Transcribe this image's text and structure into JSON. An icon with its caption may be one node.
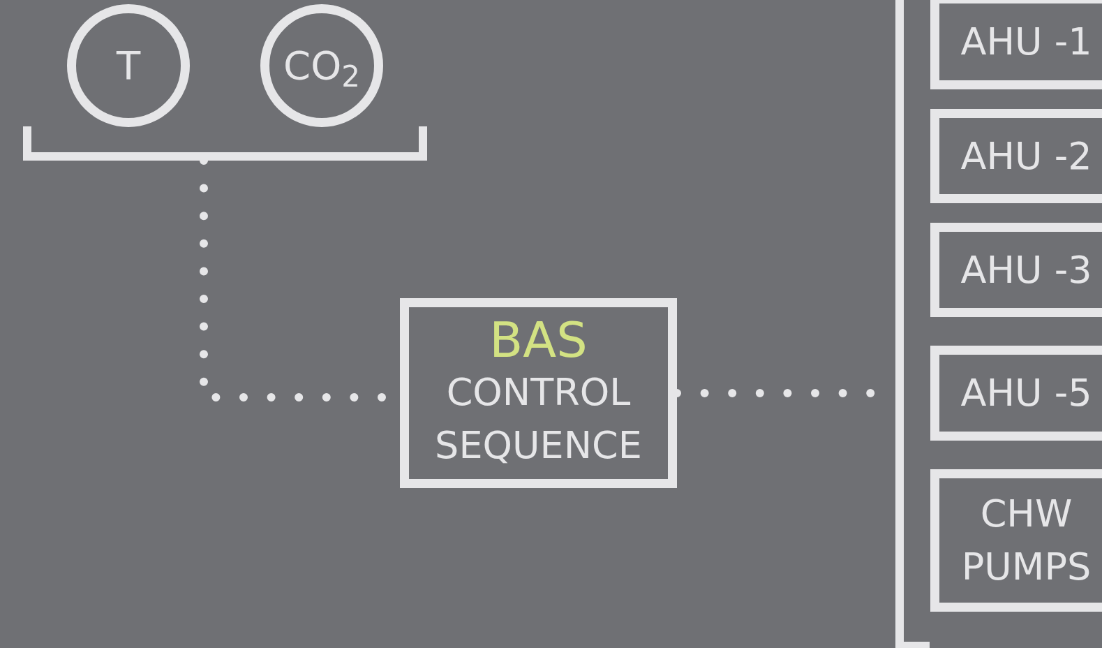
{
  "diagram": {
    "nodes": [
      {
        "text": [
          "T"
        ]
      },
      {
        "text": [
          "CO$_{2}$"
        ]
      },
      {
        "text": [],
        "shape": "bar"
      },
      {
        "text": [
          "BAS",
          "CONTROL SEQUENCE"
        ]
      },
      {
        "text": [],
        "shape": "bar"
      },
      {
        "text": [
          "AHU -1"
        ]
      },
      {
        "text": [
          "AHU -2"
        ]
      },
      {
        "text": [
          "AHU -3"
        ]
      },
      {
        "text": [
          "AHU -5"
        ]
      },
      {
        "text": [
          "CHW PUMPS"
        ]
      }
    ],
    "edges": [
      {
        "from": 2,
        "to": 3,
        "arrow": "none",
        "style": "dashed"
      },
      {
        "from": 3,
        "to": 4,
        "arrow": "none",
        "style": "dashed"
      }
    ]
  }
}
